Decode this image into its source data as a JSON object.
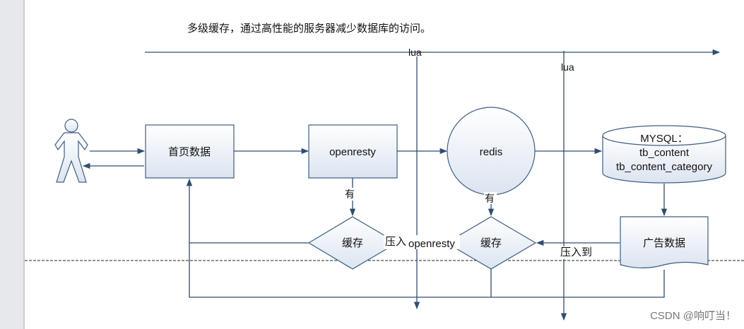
{
  "title": "多级缓存，通过高性能的服务器减少数据库的访问。",
  "axes": {
    "lua_1": "lua",
    "lua_2": "lua"
  },
  "nodes": {
    "homepage": "首页数据",
    "openresty": "openresty",
    "redis": "redis",
    "mysql": [
      "MYSQL：",
      "tb_content",
      "tb_content_category"
    ],
    "cache_1": "缓存",
    "cache_2": "缓存",
    "ad_data": "广告数据"
  },
  "edge_labels": {
    "has_1": "有",
    "has_2": "有",
    "push_in": "压入",
    "push_openresty": "openresty",
    "push_to": "压入到"
  },
  "watermark": "CSDN @响叮当！",
  "colors": {
    "line": "#2e4d73",
    "fill_top": "#ffffff",
    "fill_bottom": "#dbe4f0",
    "stroke": "#3c5e86"
  }
}
